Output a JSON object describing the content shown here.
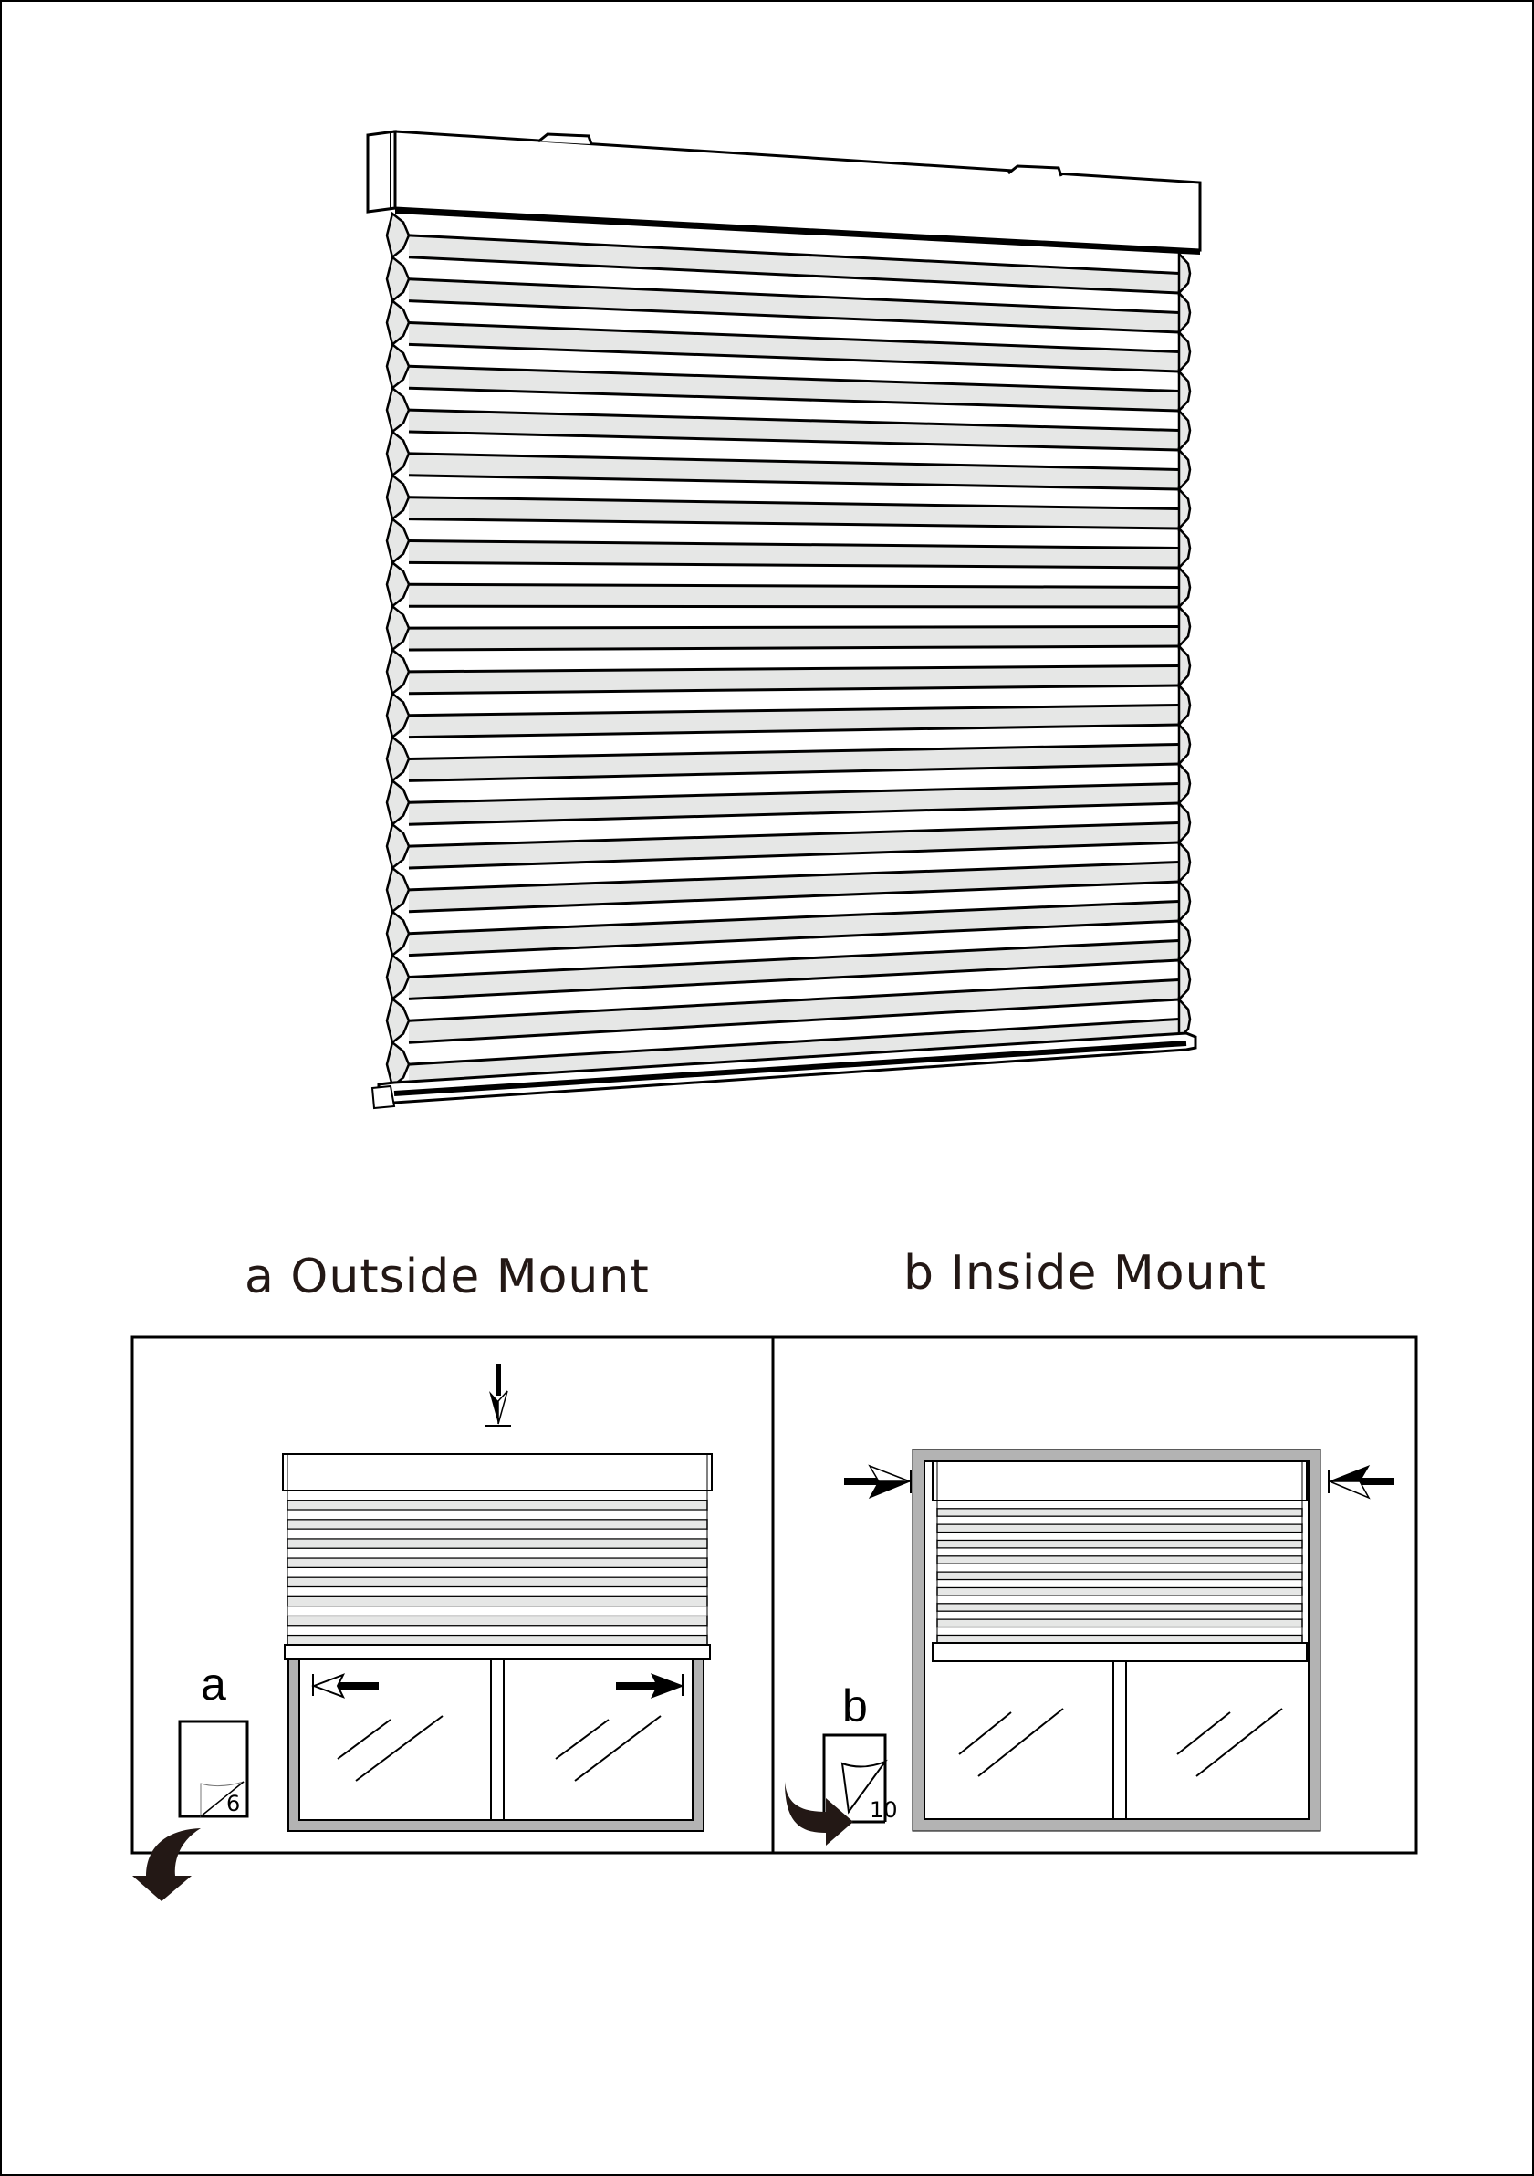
{
  "titles": {
    "outside_mount": "a  Outside Mount",
    "inside_mount": "b  Inside  Mount"
  },
  "panel_a": {
    "label": "a",
    "page_ref": "6"
  },
  "panel_b": {
    "label": "b",
    "page_ref": "10"
  },
  "colors": {
    "ink": "#000000",
    "title": "#231815",
    "pleat_shade": "#e6e7e6",
    "frame_gray": "#b3b3b3"
  }
}
